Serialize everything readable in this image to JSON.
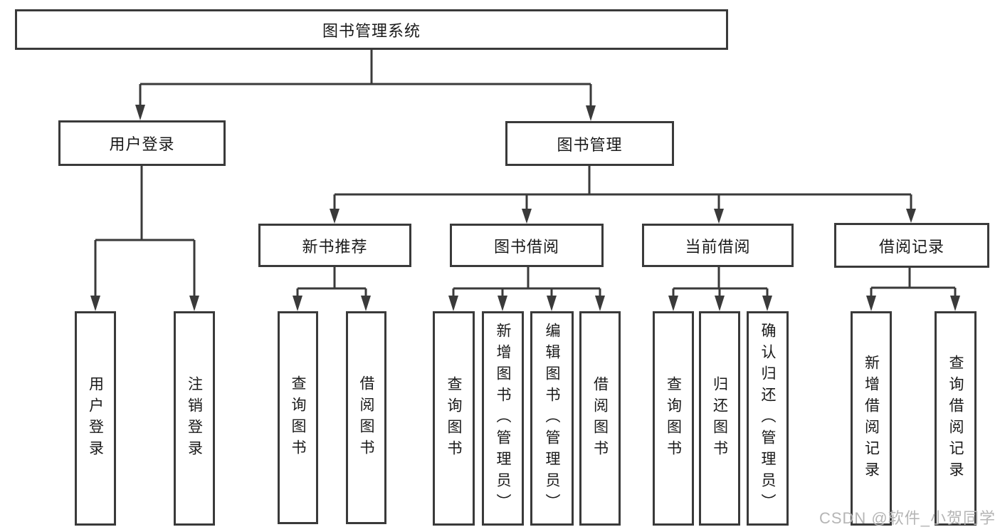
{
  "tree": {
    "label": "图书管理系统",
    "children": [
      {
        "label": "用户登录",
        "children": [
          {
            "label": "用户登录"
          },
          {
            "label": "注销登录"
          }
        ]
      },
      {
        "label": "图书管理",
        "children": [
          {
            "label": "新书推荐",
            "children": [
              {
                "label": "查询图书"
              },
              {
                "label": "借阅图书"
              }
            ]
          },
          {
            "label": "图书借阅",
            "children": [
              {
                "label": "查询图书"
              },
              {
                "label": "新增图书（管理员）"
              },
              {
                "label": "编辑图书（管理员）"
              },
              {
                "label": "借阅图书"
              }
            ]
          },
          {
            "label": "当前借阅",
            "children": [
              {
                "label": "查询图书"
              },
              {
                "label": "归还图书"
              },
              {
                "label": "确认归还（管理员）"
              }
            ]
          },
          {
            "label": "借阅记录",
            "children": [
              {
                "label": "新增借阅记录"
              },
              {
                "label": "查询借阅记录"
              }
            ]
          }
        ]
      }
    ]
  },
  "watermark": {
    "text": "CSDN @软件_小贺同学"
  },
  "colors": {
    "line": "#3a3a3a",
    "box_border": "#3a3a3a",
    "box_fill": "#ffffff",
    "text": "#1a1a1a",
    "watermark": "#b5b5b5",
    "background": "#ffffff"
  }
}
